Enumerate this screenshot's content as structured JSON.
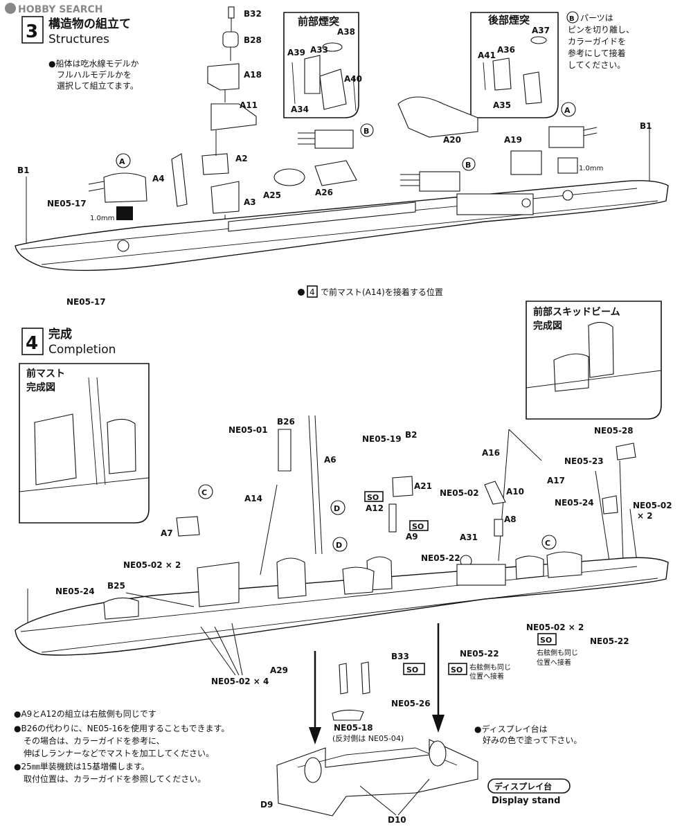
{
  "watermark": "HOBBY SEARCH",
  "step3": {
    "number": "3",
    "title_jp": "構造物の組立て",
    "title_en": "Structures",
    "note_lines": [
      "●船体は吃水線モデルか",
      "フルハルモデルかを",
      "選択して組立てます。"
    ],
    "fwd_funnel_title": "前部煙突",
    "aft_funnel_title": "後部煙突",
    "b_note_lines": [
      "パーツは",
      "ピンを切り離し、",
      "カラーガイドを",
      "参考にして接着",
      "してください。"
    ],
    "b_note_circle": "B",
    "mast_note_step": "4",
    "mast_note_text": "で前マスト(A14)を接着する位置",
    "dim_label": "1.0mm",
    "parts": {
      "b32": "B32",
      "b28": "B28",
      "a18": "A18",
      "a11": "A11",
      "a2": "A2",
      "a4": "A4",
      "a3": "A3",
      "a38": "A38",
      "a39": "A39",
      "a33": "A33",
      "a40": "A40",
      "a34": "A34",
      "a37": "A37",
      "a36": "A36",
      "a41": "A41",
      "a35": "A35",
      "a20": "A20",
      "a19": "A19",
      "a25": "A25",
      "a26": "A26",
      "b1": "B1",
      "ne0517": "NE05-17",
      "circle_a": "A",
      "circle_b": "B"
    }
  },
  "step4": {
    "number": "4",
    "title_jp": "完成",
    "title_en": "Completion",
    "inset_mast_lines": [
      "前マスト",
      "完成図"
    ],
    "inset_skid_lines": [
      "前部スキッドビーム",
      "完成図"
    ],
    "parts": {
      "ne0501": "NE05-01",
      "b26": "B26",
      "a6": "A6",
      "a14": "A14",
      "ne0519": "NE05-19",
      "b2": "B2",
      "a21": "A21",
      "a12": "A12",
      "a9": "A9",
      "ne0502": "NE05-02",
      "a16": "A16",
      "a10": "A10",
      "a8": "A8",
      "a17": "A17",
      "a31": "A31",
      "ne0528": "NE05-28",
      "ne0523": "NE05-23",
      "ne0524": "NE05-24",
      "ne0522": "NE05-22",
      "a7": "A7",
      "b25": "B25",
      "a29": "A29",
      "b33": "B33",
      "ne0526": "NE05-26",
      "ne0518": "NE05-18",
      "ne0518_note": "(反対側は NE05-04)",
      "d9": "D9",
      "d10": "D10",
      "circle_c": "C",
      "circle_d": "D",
      "so": "SO"
    },
    "qty_x2": "NE05-02 × 2",
    "qty_x4": "NE05-02 × 4",
    "right_x2_a": "NE05-02",
    "right_x2_b": "× 2",
    "so_note_1_lines": [
      "右舷側も同じ",
      "位置へ接着"
    ],
    "so_note_2_lines": [
      "右舷側も同じ",
      "位置へ接着"
    ],
    "display_note_lines": [
      "●ディスプレイ台は",
      "好みの色で塗って下さい。"
    ],
    "stand_jp": "ディスプレイ台",
    "stand_en": "Display stand",
    "notes": [
      "●A9とA12の組立は右舷側も同じです",
      "●B26の代わりに、NE05-16を使用することもできます。",
      "その場合は、カラーガイドを参考に、",
      "伸ばしランナーなどでマストを加工してください。",
      "●25㎜単装機銃は15基増備します。",
      "取付位置は、カラーガイドを参照してください。"
    ]
  }
}
